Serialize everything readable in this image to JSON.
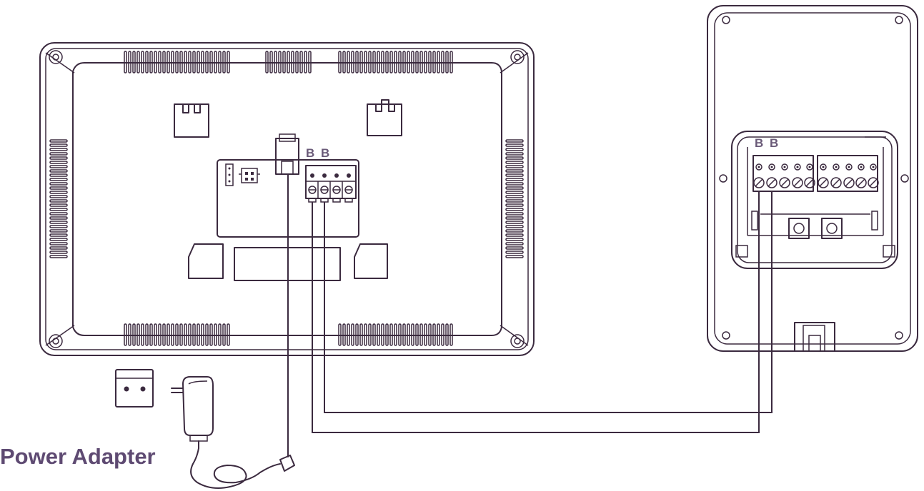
{
  "monitor": {
    "terminal_label": "B B"
  },
  "door_station": {
    "terminal_label": "B B"
  },
  "power_adapter": {
    "label": "Power Adapter"
  },
  "colors": {
    "line": "#3b2a3f",
    "label": "#5e4a72"
  }
}
